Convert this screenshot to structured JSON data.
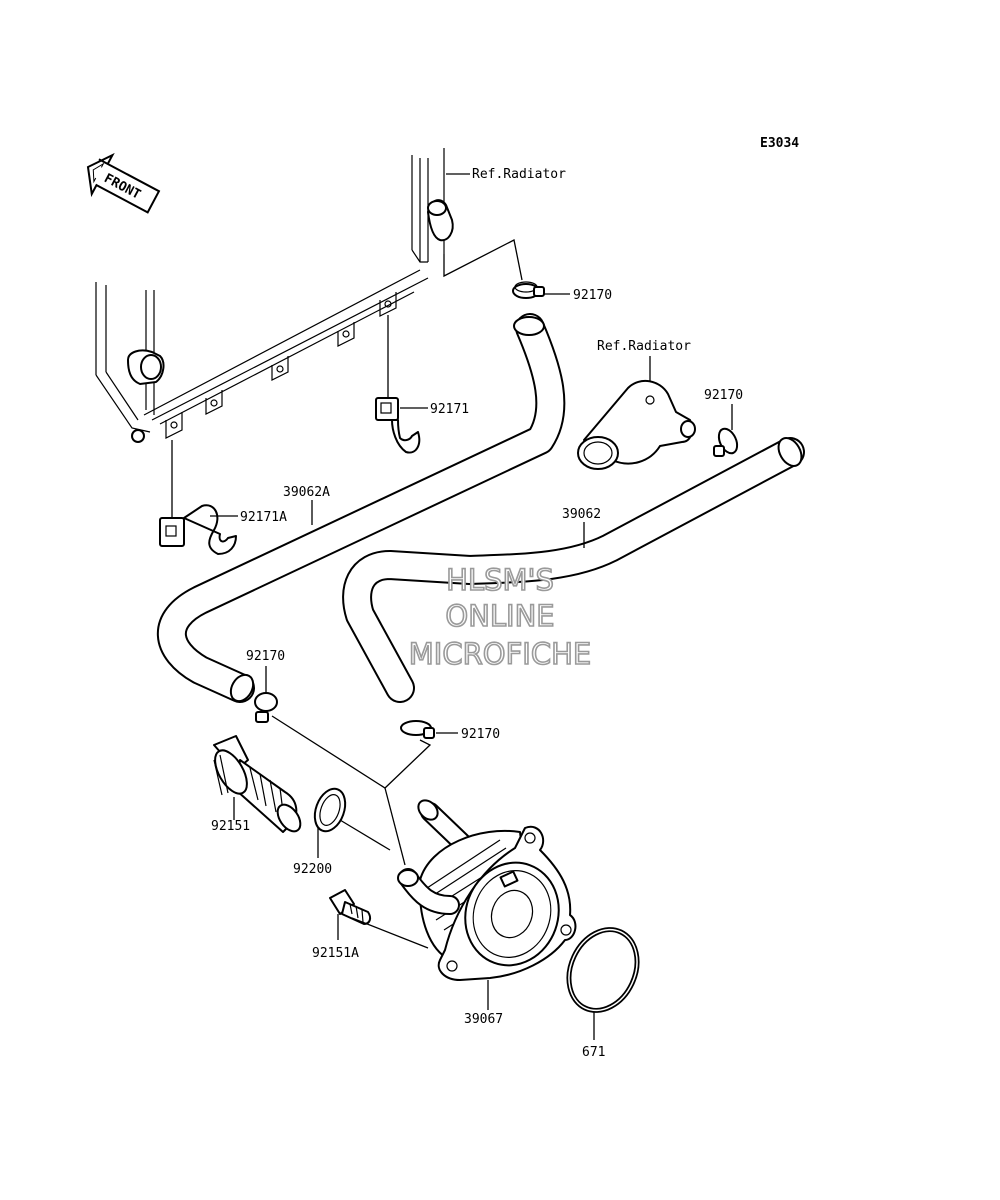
{
  "diagram": {
    "code": "E3034",
    "front_label": "FRONT",
    "ref_radiator_upper": "Ref.Radiator",
    "ref_radiator_right": "Ref.Radiator",
    "watermark": {
      "line1": "HLSM'S",
      "line2": "ONLINE",
      "line3": "MICROFICHE"
    }
  },
  "callouts": {
    "clamp_upper": "92170",
    "clamp_right": "92170",
    "clamp_left": "92170",
    "clamp_lower": "92170",
    "bracket_upper": "92171",
    "bracket_lower": "92171A",
    "hose_long": "39062A",
    "hose_right": "39062",
    "fitting": "92151",
    "washer": "92200",
    "bolt": "92151A",
    "oil_cooler": "39067",
    "o_ring": "671"
  }
}
